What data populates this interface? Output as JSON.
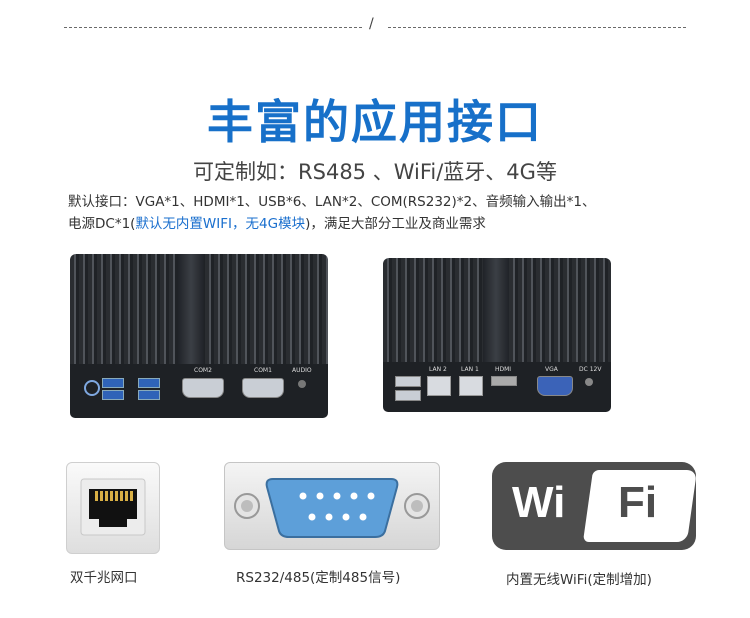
{
  "top_slash": "/",
  "heading": "丰富的应用接口",
  "subheading": "可定制如：RS485 、WiFi/蓝牙、4G等",
  "desc": {
    "line1": "默认接口：VGA*1、HDMI*1、USB*6、LAN*2、COM(RS232)*2、音频输入输出*1、",
    "line2_prefix": "电源DC*1(",
    "line2_highlight": "默认无内置WIFI，无4G模块",
    "line2_suffix": ")，满足大部分工业及商业需求"
  },
  "left_device_labels": {
    "com2": "COM2",
    "com1": "COM1",
    "audio": "AUDIO"
  },
  "right_device_labels": {
    "lan2": "LAN 2",
    "lan1": "LAN 1",
    "hdmi": "HDMI",
    "vga": "VGA",
    "dc": "DC 12V"
  },
  "icons": {
    "ethernet": "ethernet-port-icon",
    "serial": "db9-serial-port-icon",
    "wifi_left": "Wi",
    "wifi_right": "Fi"
  },
  "captions": {
    "ethernet": "双千兆网口",
    "serial": "RS232/485(定制485信号)",
    "wifi": "内置无线WiFi(定制增加)"
  },
  "colors": {
    "heading": "#1770c9",
    "highlight": "#1a6fce",
    "serial_blue": "#5d9fd9"
  }
}
